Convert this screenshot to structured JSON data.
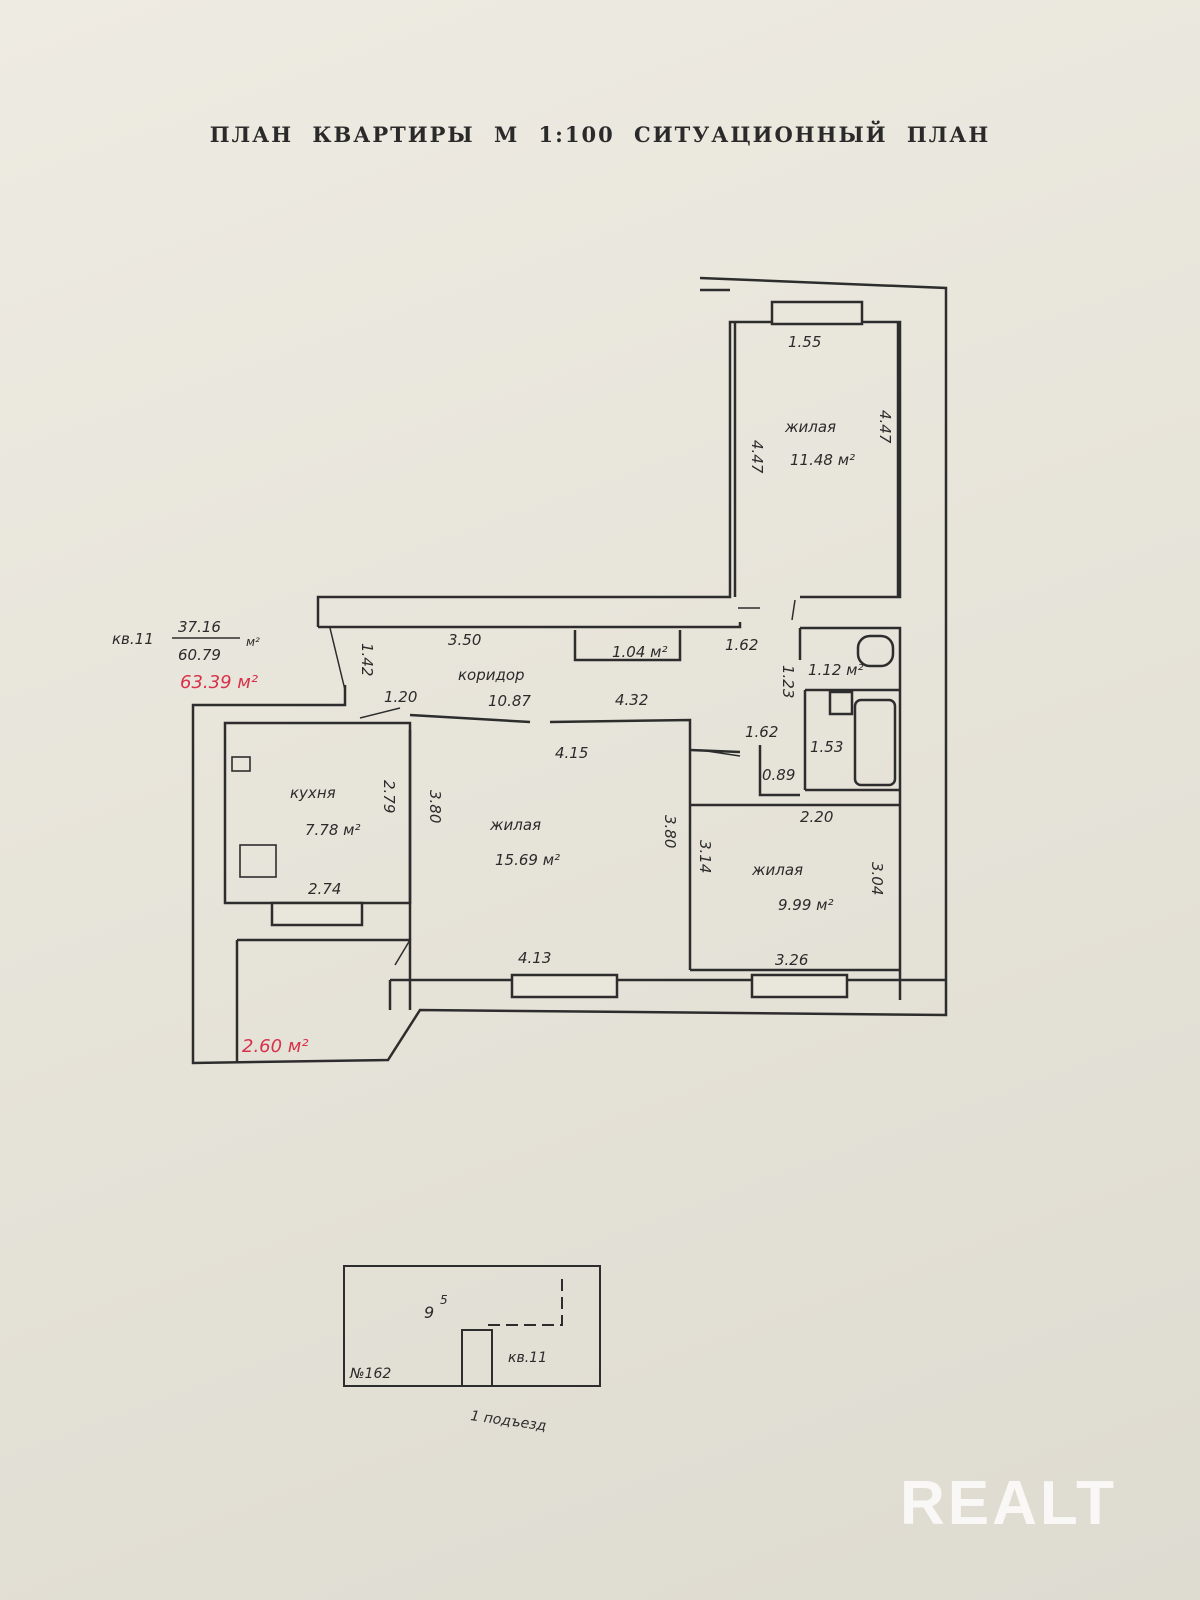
{
  "title": "ПЛАН КВАРТИРЫ М 1:100 СИТУАЦИОННЫЙ ПЛАН",
  "apartment": {
    "label": "кв.11",
    "living_area": "37.16",
    "total_area": "60.79",
    "unit": "м²",
    "total_with_balcony": "63.39 м²"
  },
  "rooms": {
    "bedroom_top": {
      "name": "жилая",
      "area": "11.48 м²",
      "width": "1.55",
      "len_left": "4.47",
      "len_right": "4.47"
    },
    "corridor": {
      "name": "коридор",
      "area": "10.87",
      "width": "3.50",
      "seg1": "4.32",
      "side": "1.42",
      "entry": "1.20"
    },
    "closet": {
      "area": "1.04 м²"
    },
    "hall_right": {
      "w1": "1.62",
      "w2": "1.62",
      "side": "1.23"
    },
    "wc": {
      "area": "1.12 м²"
    },
    "bath": {
      "width": "1.53",
      "small": "0.89"
    },
    "kitchen": {
      "name": "кухня",
      "area": "7.78 м²",
      "width": "2.74",
      "side": "2.79"
    },
    "living_big": {
      "name": "жилая",
      "area": "15.69 м²",
      "top": "4.15",
      "bottom": "4.13",
      "left": "3.80",
      "right": "3.80"
    },
    "living_small": {
      "name": "жилая",
      "area": "9.99 м²",
      "top": "2.20",
      "bottom": "3.26",
      "left": "3.14",
      "right": "3.04"
    },
    "balcony": {
      "area": "2.60 м²"
    }
  },
  "situation": {
    "building": "№162",
    "floor": "9",
    "floor_sub": "5",
    "apartment": "кв.11",
    "entrance": "1 подъезд"
  },
  "watermark": "REALT"
}
